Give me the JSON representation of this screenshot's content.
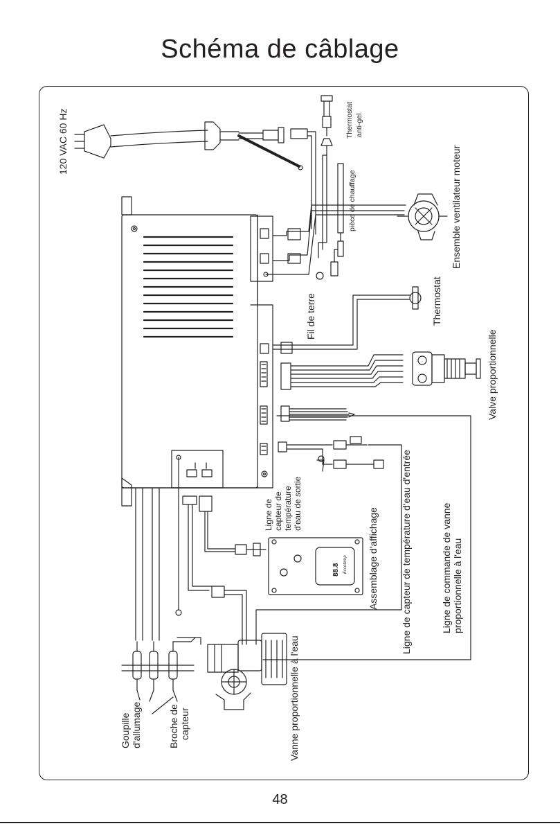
{
  "title": "Schéma de câblage",
  "page_number": "48",
  "labels": {
    "power": "120 VAC 60 Hz",
    "antifreeze_thermostat_1": "Thermostat",
    "antifreeze_thermostat_2": "anti-gel",
    "heating_element": "pièce de chauffage",
    "fan_motor": "Ensemble ventilateur moteur",
    "thermostat": "Thermostat",
    "ground_wire": "Fil de terre",
    "proportional_valve": "Valve proportionnelle",
    "outlet_sensor_1": "Ligne de",
    "outlet_sensor_2": "capteur de",
    "outlet_sensor_3": "température",
    "outlet_sensor_4": "d'eau de sortie",
    "display_assembly": "Assemblage d'affichage",
    "inlet_sensor_line": "Ligne de capteur de température d'eau d'entrée",
    "water_valve_line_1": "Ligne de commande de vanne",
    "water_valve_line_2": "proportionnelle à l'eau",
    "water_valve": "Vanne proportionnelle à l'eau",
    "ignition_pin_1": "Goupille",
    "ignition_pin_2": "d'allumage",
    "sensor_pin_1": "Broche de",
    "sensor_pin_2": "capteur"
  },
  "display_panel": {
    "digits": "88.8",
    "brand": "Eccotemp"
  },
  "colors": {
    "ink": "#231f20",
    "background": "#ffffff"
  }
}
